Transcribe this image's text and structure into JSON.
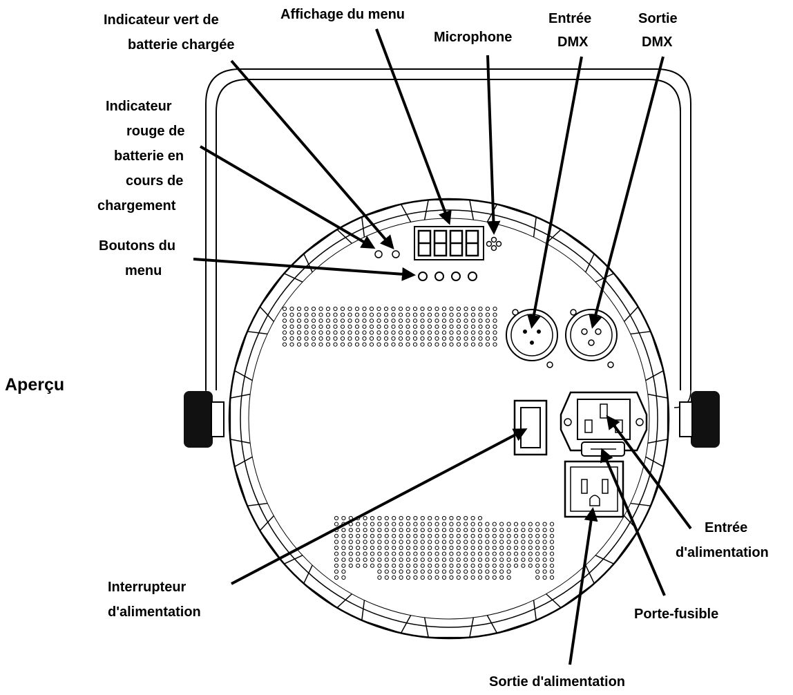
{
  "title": "Aperçu",
  "labels": {
    "green_led": [
      "Indicateur vert de",
      "batterie chargée"
    ],
    "menu_display": "Affichage du menu",
    "microphone": "Microphone",
    "dmx_in": [
      "Entrée",
      "DMX"
    ],
    "dmx_out": [
      "Sortie",
      "DMX"
    ],
    "red_led": [
      "Indicateur",
      "rouge de",
      "batterie en",
      "cours de",
      "chargement"
    ],
    "menu_buttons": [
      "Boutons du",
      "menu"
    ],
    "power_in": [
      "Entrée",
      "d'alimentation"
    ],
    "power_switch": [
      "Interrupteur",
      "d'alimentation"
    ],
    "fuse_holder": "Porte-fusible",
    "power_out": "Sortie d'alimentation"
  },
  "display_digits": 4,
  "menu_button_count": 4,
  "colors": {
    "ink": "#000000",
    "background": "#ffffff"
  }
}
